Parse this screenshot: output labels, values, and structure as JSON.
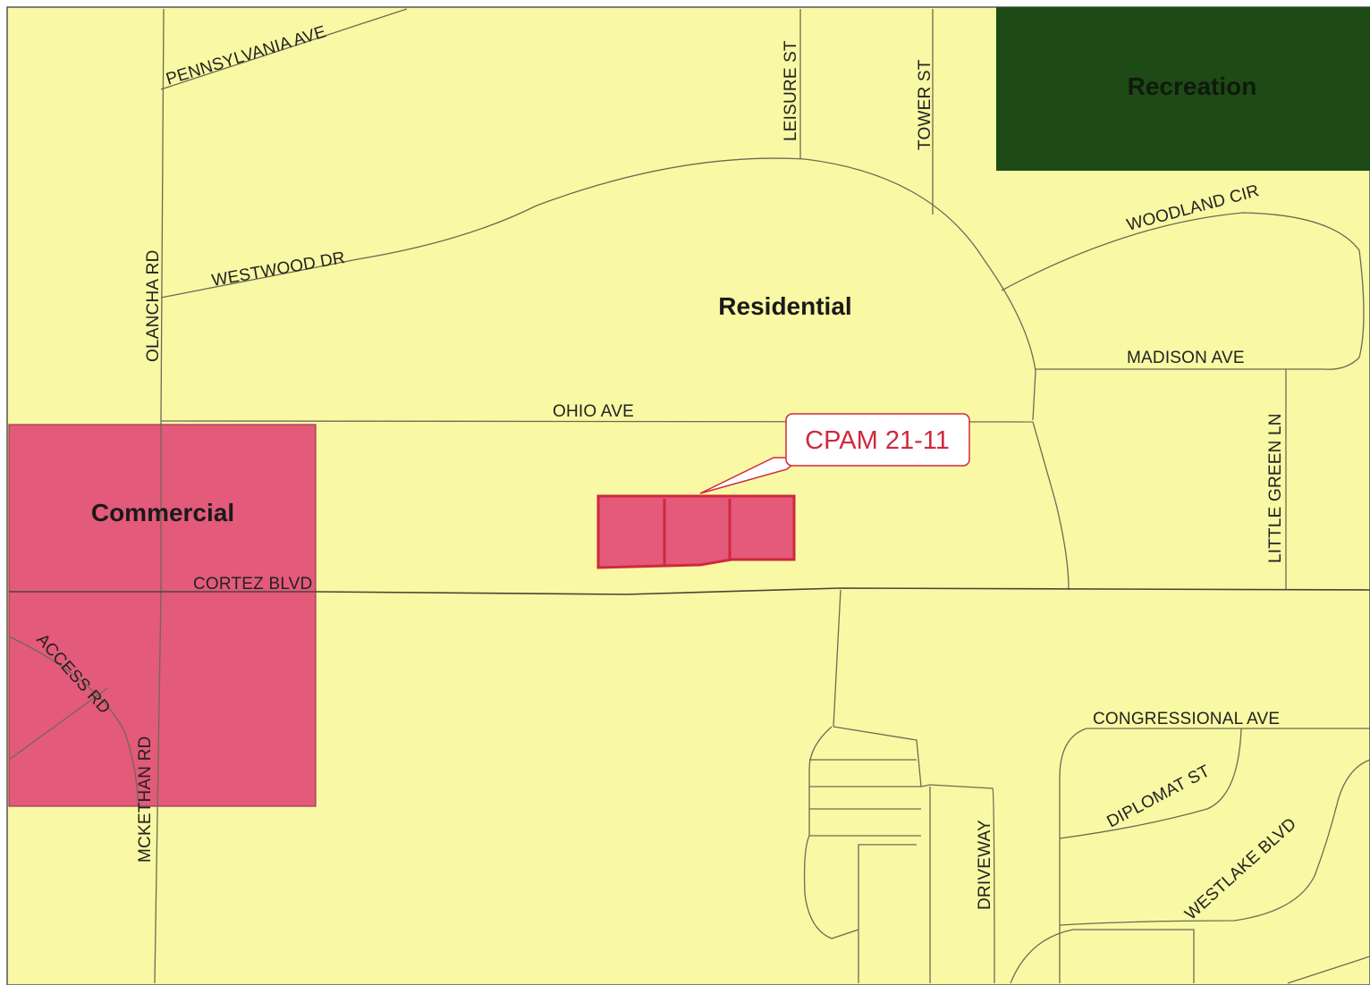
{
  "zones": {
    "residential": {
      "label": "Residential",
      "color": "#f9f8a4"
    },
    "commercial": {
      "label": "Commercial",
      "color": "#e35a7a"
    },
    "recreation": {
      "label": "Recreation",
      "color": "#1e4a16"
    }
  },
  "subject_site": {
    "label": "CPAM 21-11",
    "fill_color": "#e35a7a",
    "outline_color": "#d0283e"
  },
  "streets": {
    "pennsylvania_ave": "PENNSYLVANIA AVE",
    "leisure_st": "LEISURE ST",
    "tower_st": "TOWER ST",
    "woodland_cir": "WOODLAND CIR",
    "westwood_dr": "WESTWOOD DR",
    "olancha_rd": "OLANCHA RD",
    "madison_ave": "MADISON AVE",
    "ohio_ave": "OHIO AVE",
    "little_green_ln": "LITTLE GREEN LN",
    "cortez_blvd": "CORTEZ BLVD",
    "access_rd": "ACCESS RD",
    "mckethan_rd": "MCKETHAN RD",
    "congressional_ave": "CONGRESSIONAL AVE",
    "diplomat_st": "DIPLOMAT ST",
    "driveway": "DRIVEWAY",
    "westlake_blvd": "WESTLAKE BLVD"
  }
}
